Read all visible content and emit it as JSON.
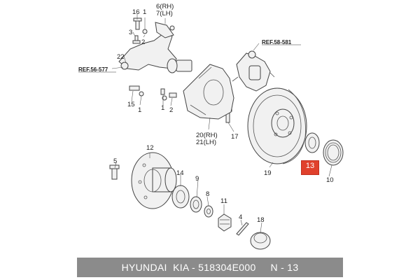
{
  "diagram": {
    "refs": [
      "REF.58-581",
      "REF.56-577"
    ],
    "part_numbers": [
      "16",
      "1",
      "6(RH)",
      "7(LH)",
      "3",
      "2",
      "22",
      "15",
      "1",
      "1",
      "2",
      "20(RH)",
      "21(LH)",
      "17",
      "19",
      "13",
      "10",
      "12",
      "5",
      "14",
      "9",
      "8",
      "11",
      "4",
      "18"
    ],
    "highlighted_part": "13",
    "highlight_color": "#e0412c"
  },
  "footer": {
    "text": "HYUNDAI  KIA - 518304E000     N - 13",
    "background": "#8b8b8b"
  }
}
